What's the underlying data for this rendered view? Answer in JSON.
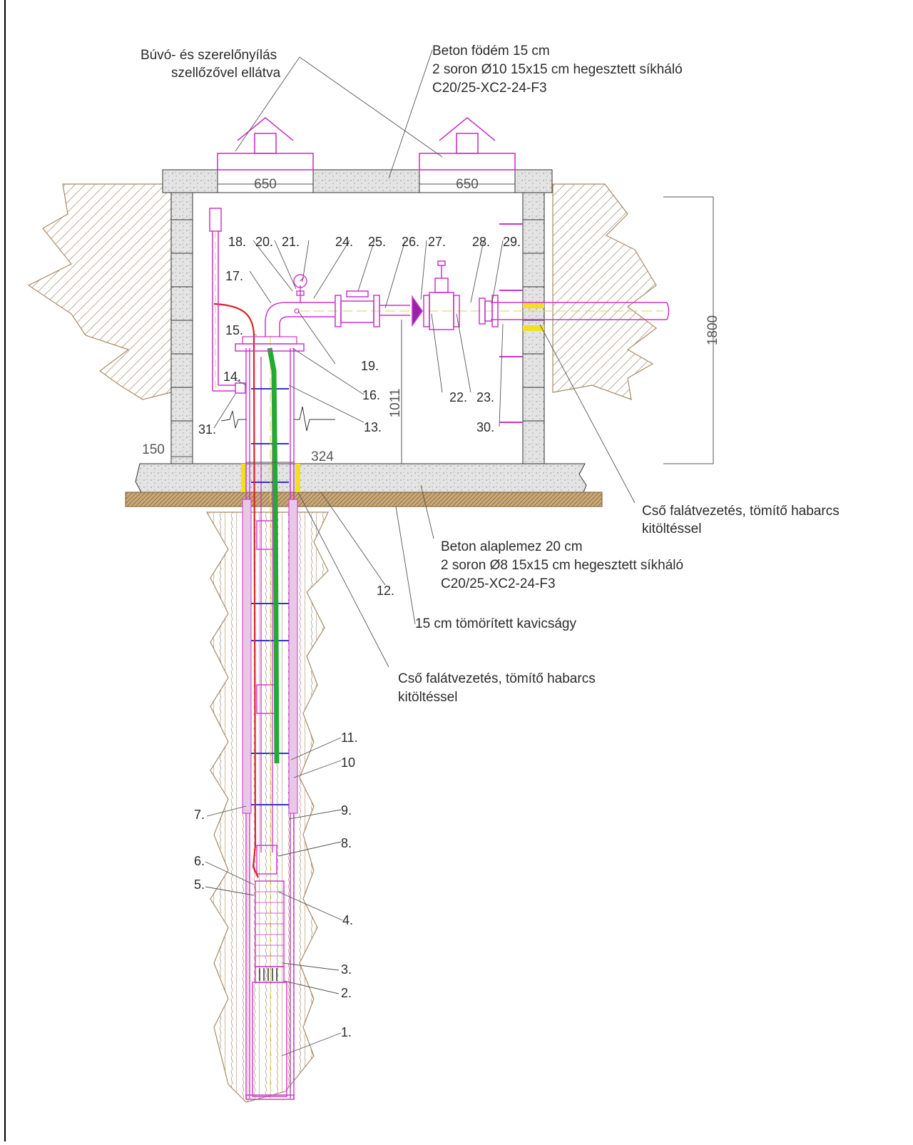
{
  "notes": {
    "manhole": [
      "Búvó- és szerelőnyílás",
      "szellőzővel ellátva"
    ],
    "roof_slab": [
      "Beton födém 15 cm",
      "2 soron Ø10 15x15 cm hegesztett síkháló",
      "C20/25-XC2-24-F3"
    ],
    "base_slab": [
      "Beton alaplemez 20 cm",
      "2 soron Ø8 15x15 cm hegesztett síkháló",
      "C20/25-XC2-24-F3"
    ],
    "gravel": "15 cm tömörített kavicságy",
    "wall_pass_right": [
      "Cső falátvezetés, tömítő habarcs",
      "kitöltéssel"
    ],
    "wall_pass_floor": [
      "Cső falátvezetés, tömítő habarcs",
      "kitöltéssel"
    ]
  },
  "dimensions": {
    "opening_left": "650",
    "opening_right": "650",
    "height": "1800",
    "wall": "150",
    "casing": "324",
    "depth": "1011"
  },
  "items": {
    "n1": "1.",
    "n2": "2.",
    "n3": "3.",
    "n4": "4.",
    "n5": "5.",
    "n6": "6.",
    "n7": "7.",
    "n8": "8.",
    "n9": "9.",
    "n10": "10",
    "n11": "11.",
    "n12": "12.",
    "n13": "13.",
    "n14": "14.",
    "n15": "15.",
    "n16": "16.",
    "n17": "17.",
    "n18": "18.",
    "n19": "19.",
    "n20": "20.",
    "n21": "21.",
    "n22": "22.",
    "n23": "23.",
    "n24": "24.",
    "n25": "25.",
    "n26": "26.",
    "n27": "27.",
    "n28": "28.",
    "n29": "29.",
    "n30": "30.",
    "n31": "31."
  },
  "colors": {
    "pipe": "#cc33cc",
    "cable": "#dd2222",
    "riser": "#22aa33",
    "soil": "#a88a66",
    "concrete": "#d9d9d9",
    "seal": "#f0e020",
    "leader": "#555555"
  }
}
